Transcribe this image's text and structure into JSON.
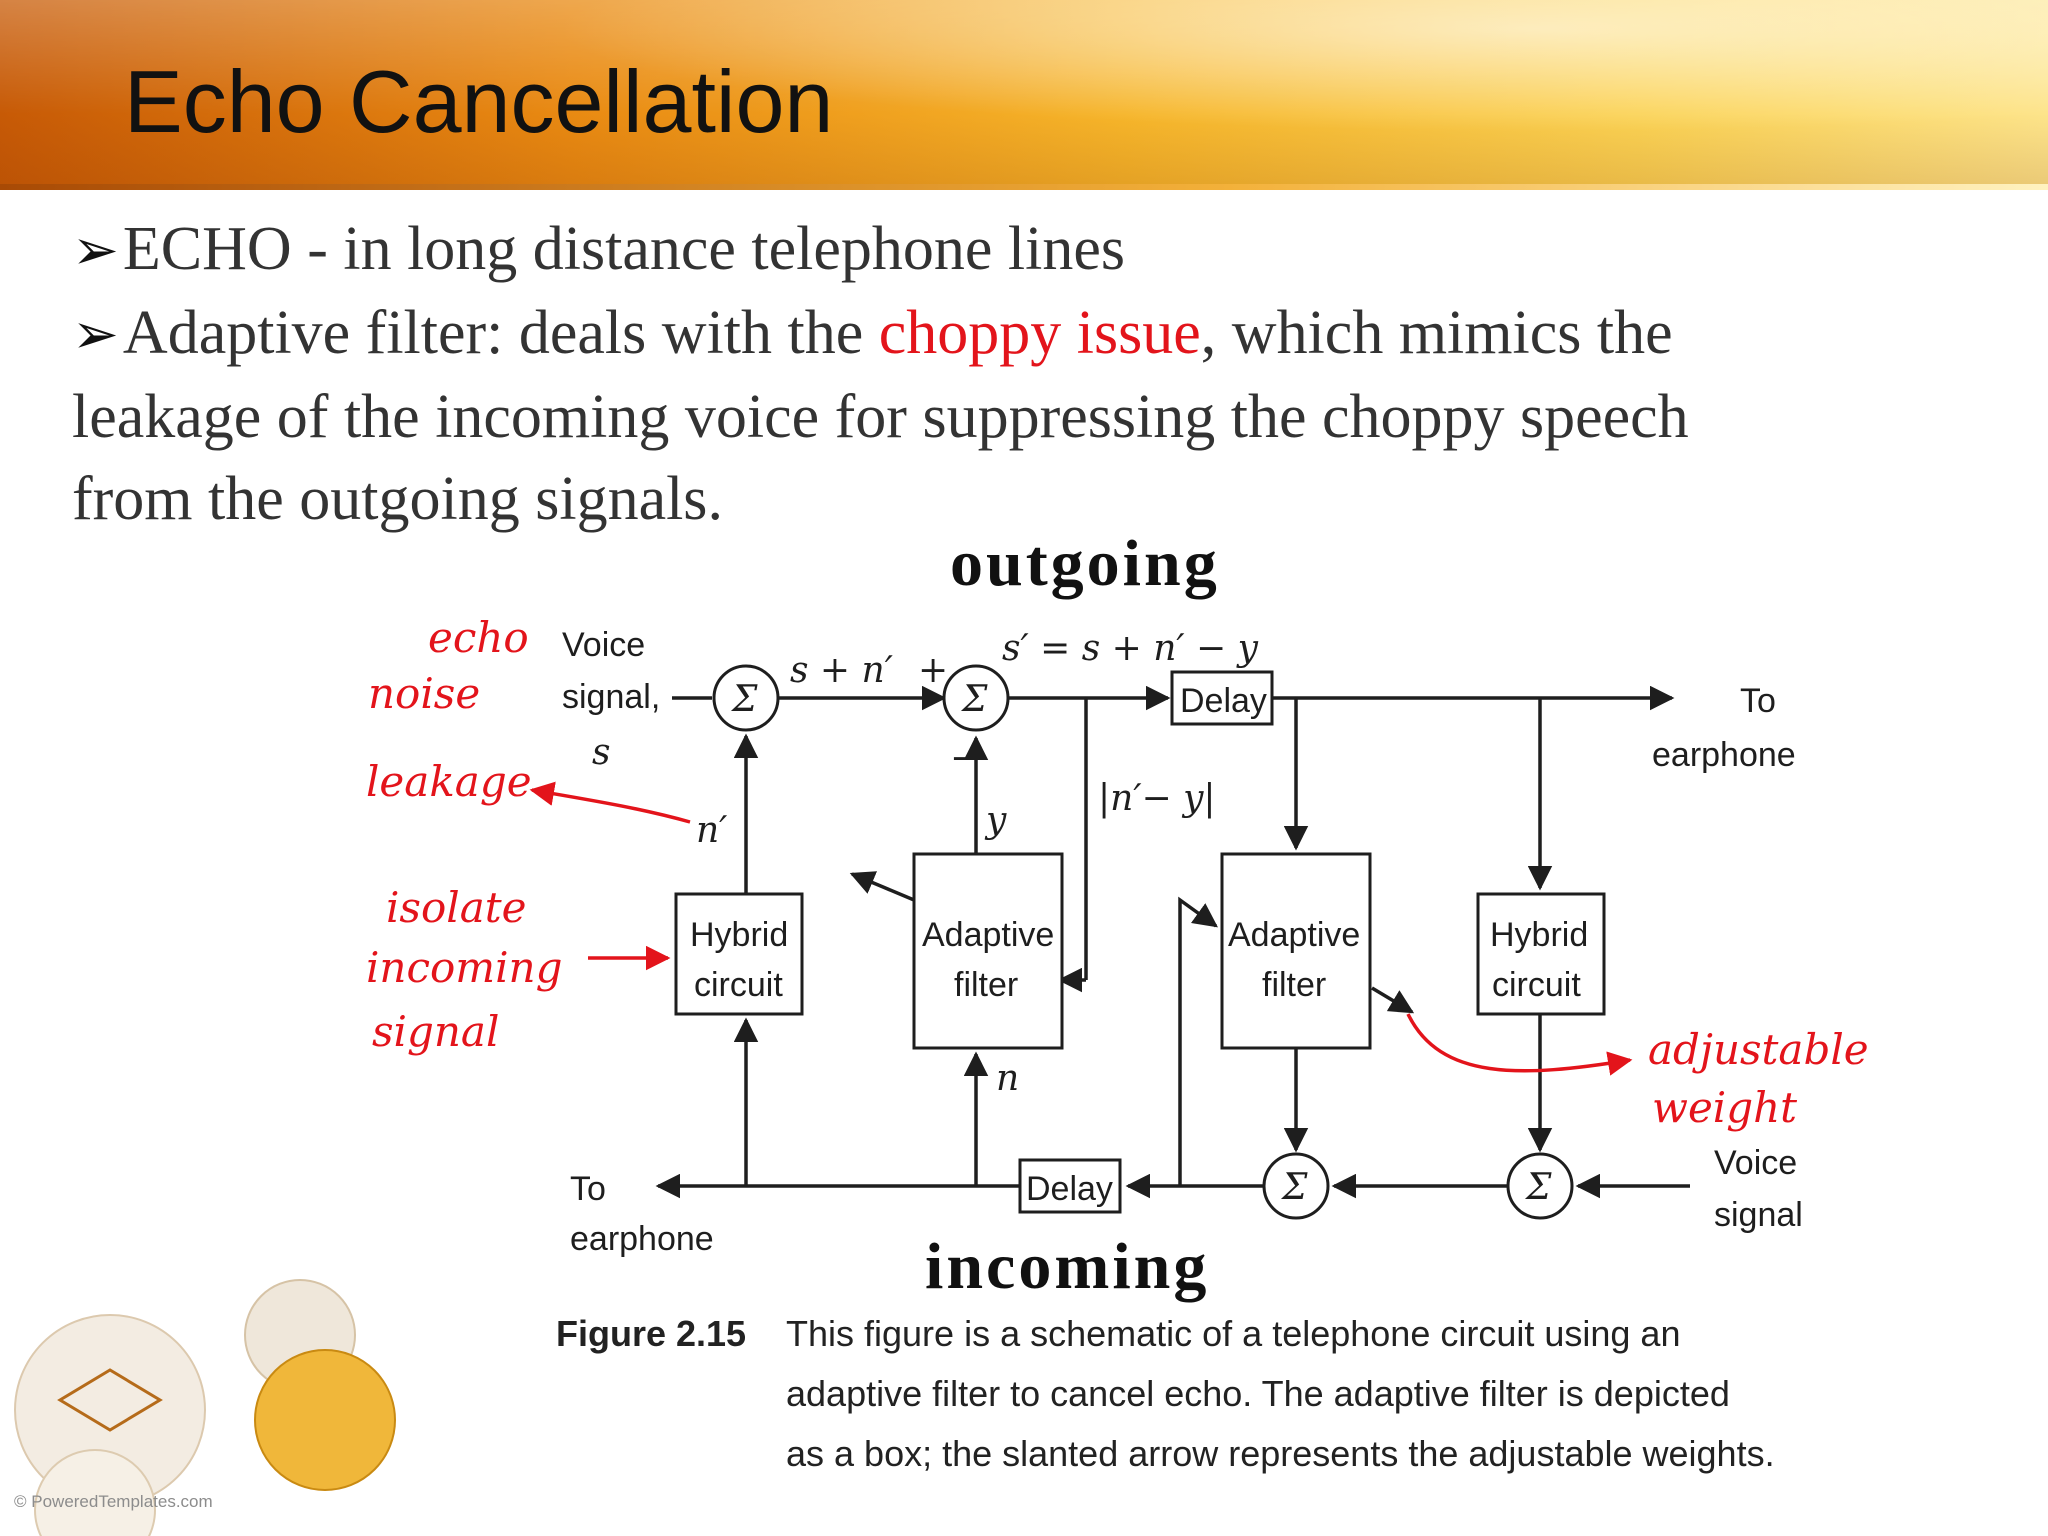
{
  "slide": {
    "title": "Echo Cancellation",
    "bullets": [
      {
        "text": "ECHO - in long distance telephone lines"
      },
      {
        "before": "Adaptive filter: deals with the ",
        "highlight": "choppy issue",
        "after": ", which mimics the"
      },
      {
        "text": "leakage of the incoming voice for suppressing the choppy speech"
      },
      {
        "text": "from the outgoing signals."
      }
    ],
    "highlight_color": "#e3141b"
  },
  "diagram": {
    "outgoing_label": "outgoing",
    "incoming_label": "incoming",
    "voice_signal_top": [
      "Voice",
      "signal,",
      "s"
    ],
    "voice_signal_bottom": [
      "Voice",
      "signal"
    ],
    "to_earphone_right": [
      "To",
      "earphone"
    ],
    "to_earphone_left": [
      "To",
      "earphone"
    ],
    "sum_symbol": "Σ",
    "delay_label": "Delay",
    "hybrid_circuit": [
      "Hybrid",
      "circuit"
    ],
    "adaptive_filter": [
      "Adaptive",
      "filter"
    ],
    "signals": {
      "s_plus_n": "s + n′",
      "s_prime": "s′ = s + n′ − y",
      "error": "|n′− y|",
      "y": "y",
      "n_prime": "n′",
      "n": "n",
      "plus": "+",
      "minus": "−"
    },
    "annotations": {
      "echo_noise_leakage": [
        "echo",
        "noise",
        "leakage"
      ],
      "isolate_incoming_signal": [
        "isolate",
        "incoming",
        "signal"
      ],
      "adjustable_weight": [
        "adjustable",
        "weight"
      ]
    },
    "caption": {
      "label": "Figure 2.15",
      "lines": [
        "This figure is a schematic of a telephone circuit using an",
        "adaptive filter to cancel echo. The adaptive filter is depicted",
        "as a box; the slanted arrow represents the adjustable weights."
      ]
    }
  },
  "footer": {
    "credit": "© PoweredTemplates.com"
  }
}
